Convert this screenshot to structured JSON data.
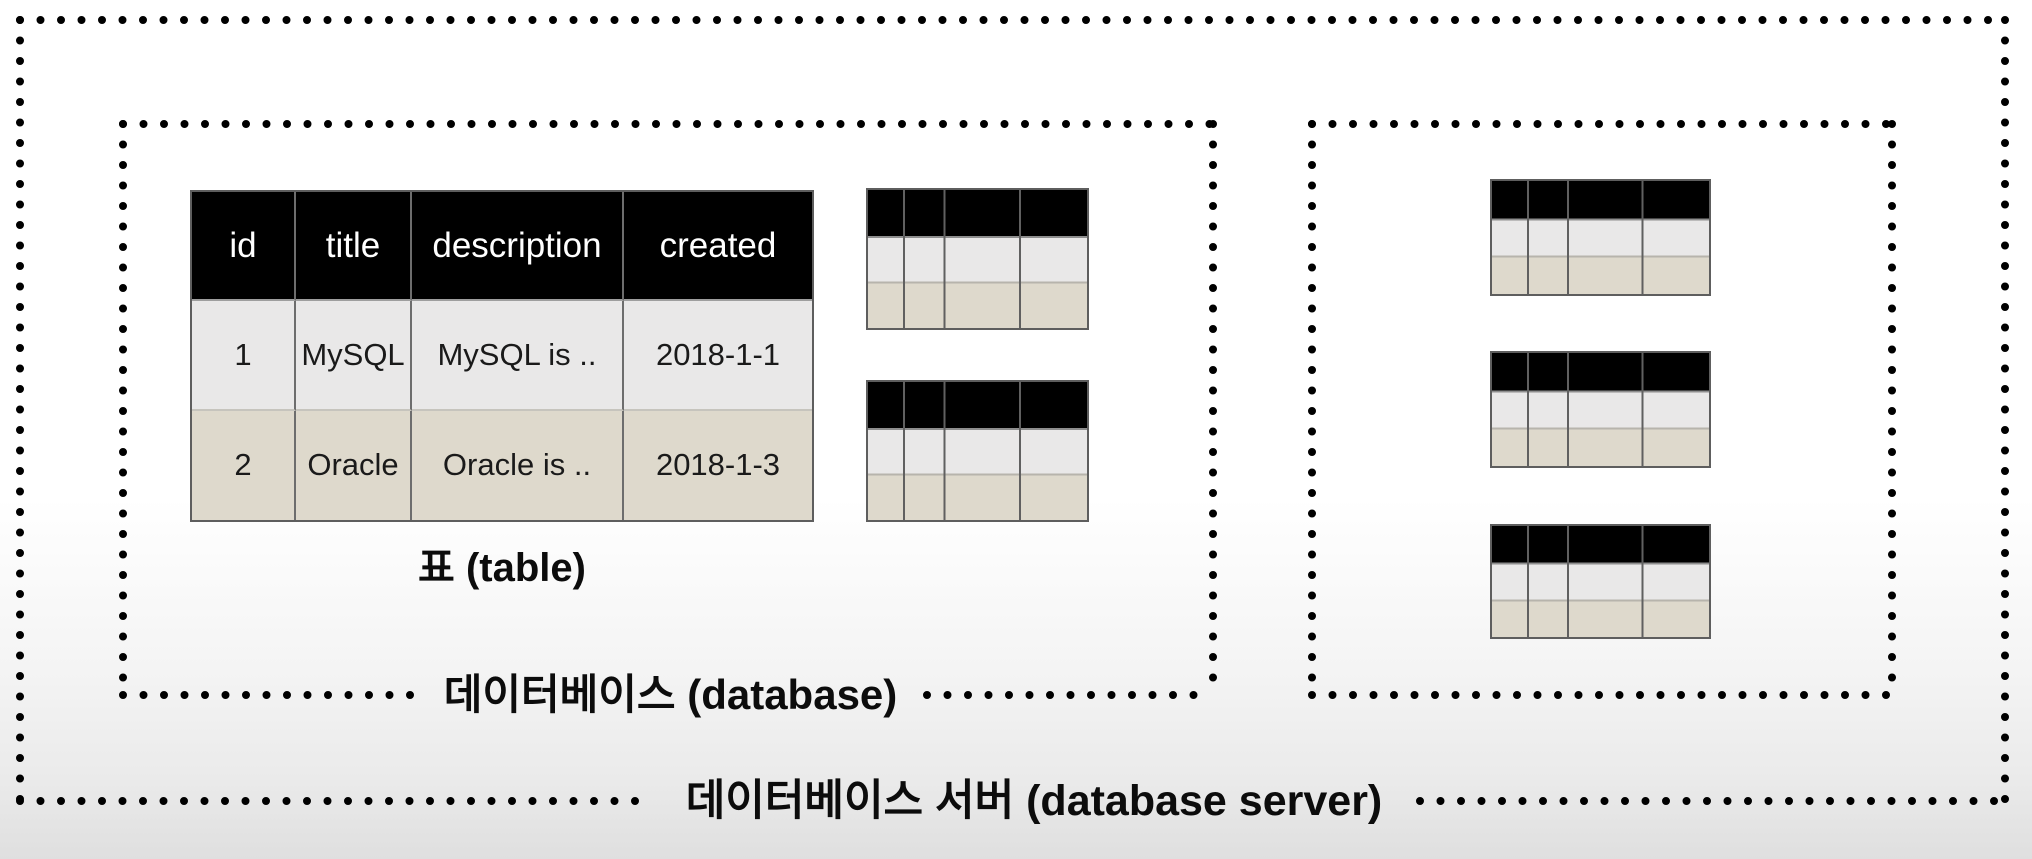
{
  "outer_box": {
    "label": "데이터베이스 서버 (database server)"
  },
  "database_box": {
    "label": "데이터베이스 (database)",
    "table_caption": "표 (table)",
    "table": {
      "headers": [
        "id",
        "title",
        "description",
        "created"
      ],
      "rows": [
        [
          "1",
          "MySQL",
          "MySQL is ..",
          "2018-1-1"
        ],
        [
          "2",
          "Oracle",
          "Oracle is ..",
          "2018-1-3"
        ]
      ]
    },
    "mini_table_count": 2
  },
  "second_database_box": {
    "mini_table_count": 3
  },
  "colors": {
    "dot": "#000000",
    "header_bg": "#000000",
    "header_text": "#ffffff",
    "row_light_bg": "#e9e8e8",
    "row_beige_bg": "#ded9cc",
    "grid_dark": "#6d6d6d",
    "label_text": "#111111"
  }
}
